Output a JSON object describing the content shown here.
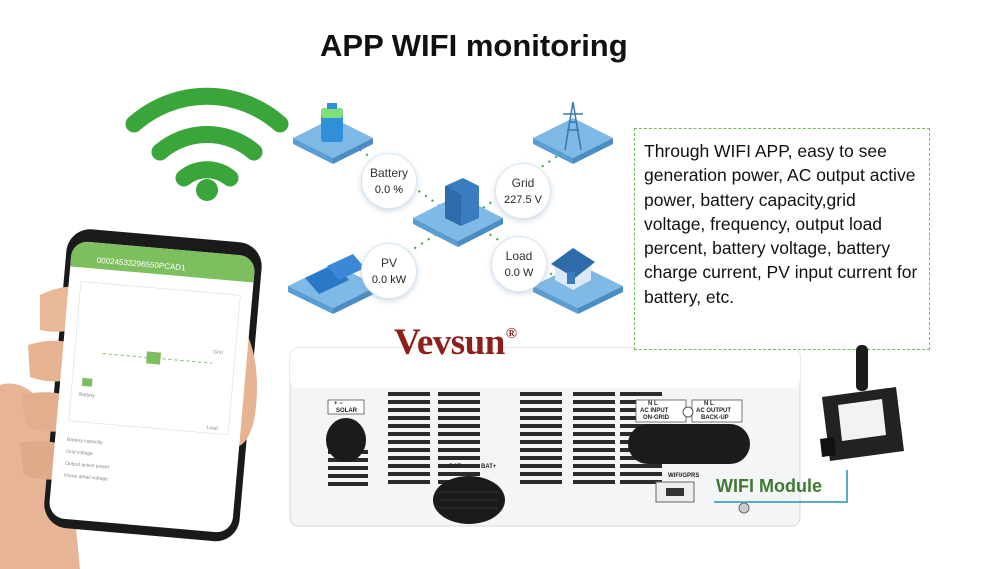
{
  "title": "APP WIFI monitoring",
  "colors": {
    "wifi_green": "#3aa53a",
    "brand_red": "#8c1f1a",
    "accent_blue": "#5ba8c9",
    "module_green": "#3e7a33",
    "app_green": "#7dbf5e"
  },
  "icons": [
    "wifi-icon",
    "battery-icon",
    "grid-tower-icon",
    "inverter-icon",
    "solar-panel-icon",
    "house-icon"
  ],
  "flow": {
    "battery": {
      "label": "Battery",
      "value": "0.0 %"
    },
    "grid": {
      "label": "Grid",
      "value": "227.5 V"
    },
    "pv": {
      "label": "PV",
      "value": "0.0 kW"
    },
    "load": {
      "label": "Load",
      "value": "0.0 W"
    }
  },
  "description": "Through WIFI APP, easy to see generation power, AC output active power, battery capacity,grid voltage, frequency, output load percent, battery voltage, battery charge current, PV input current for battery, etc.",
  "inverter": {
    "brand": "Vevsun",
    "brand_mark": "®",
    "solar_label": "SOLAR",
    "solar_polarity": "+   −",
    "bat_neg": "BAT-",
    "bat_pos": "BAT+",
    "ac_input": "AC INPUT",
    "ac_input_sub": "ON-GRID",
    "ac_output": "AC OUTPUT",
    "ac_output_sub": "BACK-UP",
    "nl": "N    L",
    "wifi_port": "WIFI/GPRS"
  },
  "module_label": "WIFI Module",
  "phone": {
    "header": "00024533296550PCAD1",
    "items": [
      "Battery",
      "Grid",
      "Load",
      "Battery capacity",
      "Grid voltage",
      "Output active power",
      "Home detail voltage"
    ]
  }
}
